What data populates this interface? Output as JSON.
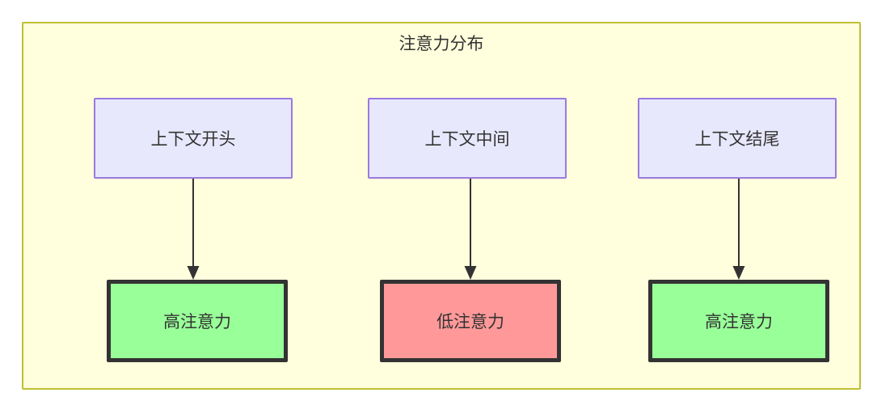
{
  "diagram": {
    "title": "注意力分布",
    "background_color": "#ffffdd",
    "border_color": "#bfbf33",
    "columns": [
      {
        "source": {
          "label": "上下文开头",
          "fill": "#e8e8fd",
          "stroke": "#9a7ae0"
        },
        "target": {
          "label": "高注意力",
          "fill": "#99ff99",
          "stroke": "#333333"
        }
      },
      {
        "source": {
          "label": "上下文中间",
          "fill": "#e8e8fd",
          "stroke": "#9a7ae0"
        },
        "target": {
          "label": "低注意力",
          "fill": "#ff9999",
          "stroke": "#333333"
        }
      },
      {
        "source": {
          "label": "上下文结尾",
          "fill": "#e8e8fd",
          "stroke": "#9a7ae0"
        },
        "target": {
          "label": "高注意力",
          "fill": "#99ff99",
          "stroke": "#333333"
        }
      }
    ],
    "edges": [
      {
        "from": "上下文开头",
        "to": "高注意力",
        "style": "solid-arrow",
        "color": "#333333"
      },
      {
        "from": "上下文中间",
        "to": "低注意力",
        "style": "solid-arrow",
        "color": "#333333"
      },
      {
        "from": "上下文结尾",
        "to": "高注意力",
        "style": "solid-arrow",
        "color": "#333333"
      }
    ]
  }
}
